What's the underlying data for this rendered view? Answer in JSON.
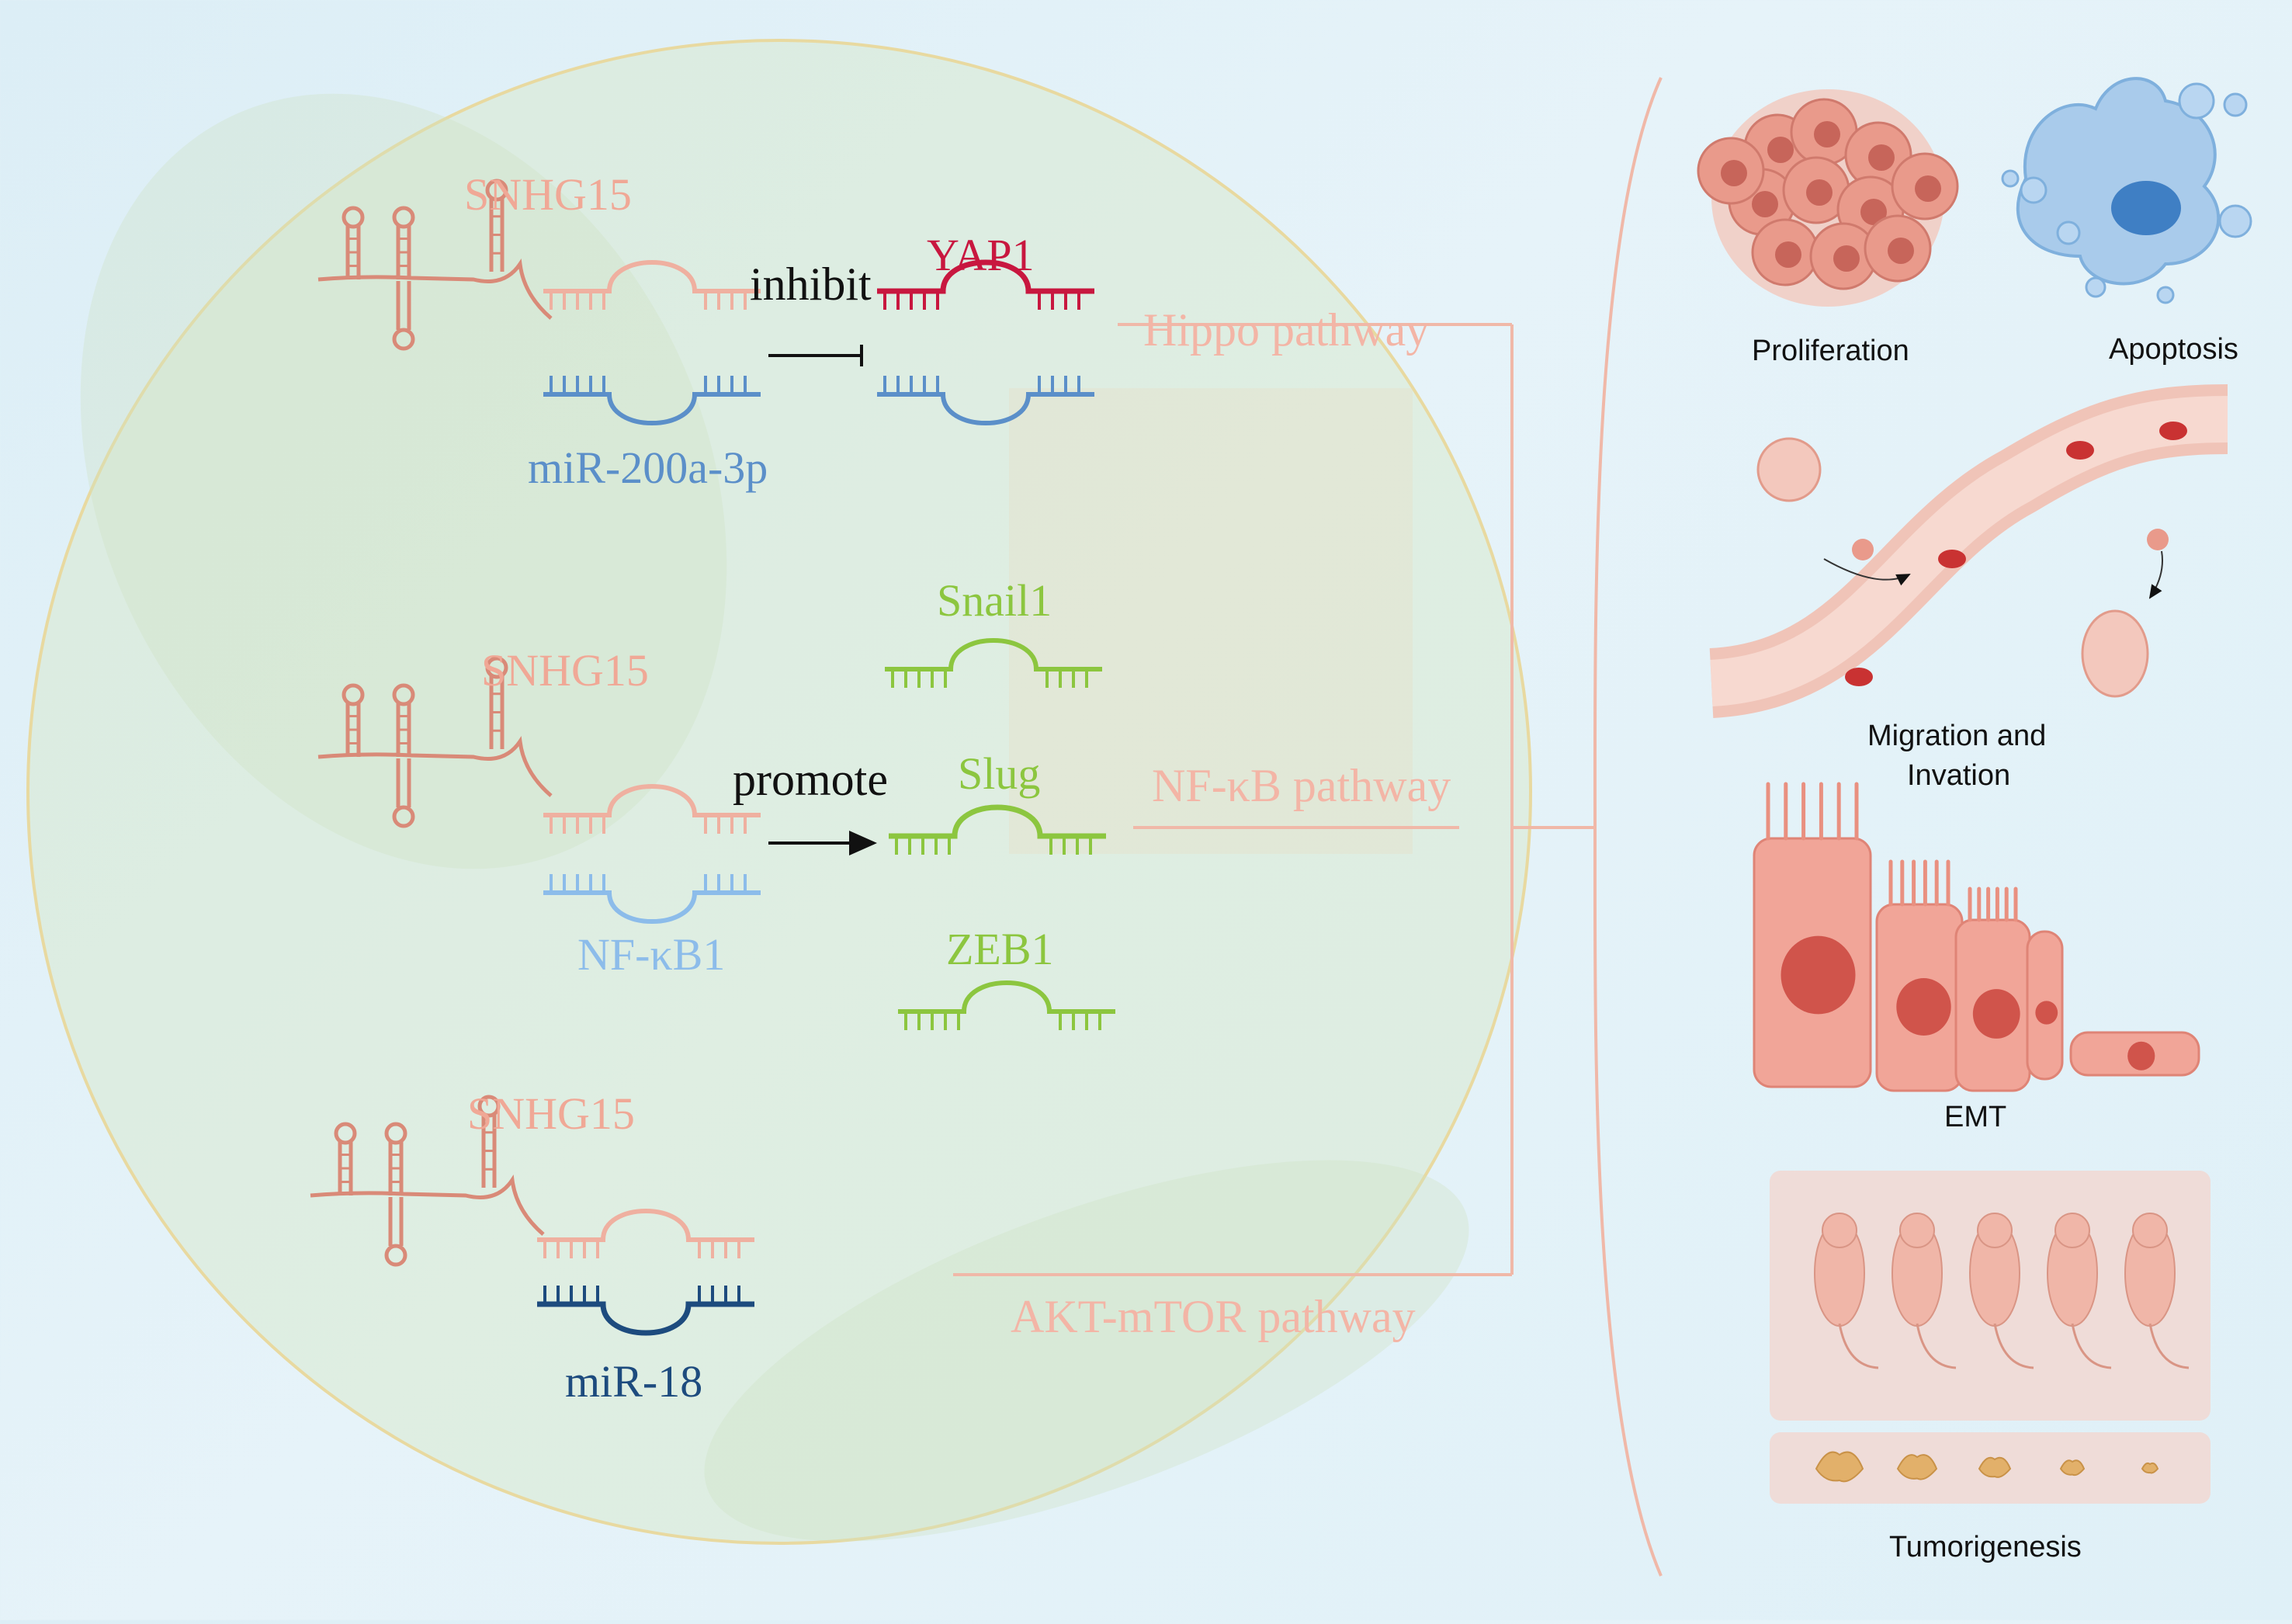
{
  "colors": {
    "background": "#e2f1f8",
    "cell_fill": "#d9ead0",
    "cell_border": "#e8d9a0",
    "lncrna": "#d98a78",
    "lncrna_light": "#efb0a0",
    "mir200": "#5b8fc9",
    "nfkb1": "#8cbcea",
    "mir18": "#1d4b7e",
    "yap1": "#c8173f",
    "green_tf": "#8cc63f",
    "pathway_text": "#f3b5a6",
    "line": "#f0b8a8"
  },
  "row1": {
    "lncrna_label": "SNHG15",
    "partner_label": "miR-200a-3p",
    "action_label": "inhibit",
    "target_label": "YAP1",
    "pathway_label": "Hippo pathway"
  },
  "row2": {
    "lncrna_label": "SNHG15",
    "partner_label": "NF-κB1",
    "action_label": "promote",
    "targets": [
      "Snail1",
      "Slug",
      "ZEB1"
    ],
    "pathway_label": "NF-κB pathway"
  },
  "row3": {
    "lncrna_label": "SNHG15",
    "partner_label": "miR-18",
    "pathway_label": "AKT-mTOR pathway"
  },
  "outcomes": {
    "proliferation": "Proliferation",
    "apoptosis": "Apoptosis",
    "migration_line1": "Migration and",
    "migration_line2": "Invation",
    "emt": "EMT",
    "tumorigenesis": "Tumorigenesis"
  },
  "icons": [
    "stem-loop-rna-icon",
    "tumor-cell-cluster-icon",
    "apoptotic-cell-icon",
    "blood-vessel-icon",
    "epithelial-cell-icon",
    "nude-mouse-icon",
    "tumor-mass-icon"
  ]
}
